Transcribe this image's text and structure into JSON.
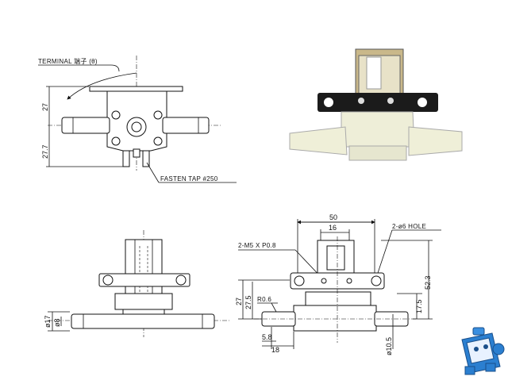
{
  "top_view": {
    "terminal_label": "TERMINAL 端子 (θ)",
    "fasten_tap_label": "FASTEN TAP #250",
    "dim_upper": "27",
    "dim_lower": "27.7"
  },
  "side_view": {
    "dim_tube_od": "ø17",
    "dim_tube_id": "ø8"
  },
  "front_view": {
    "dim_width": "50",
    "dim_coil": "16",
    "hole_label": "2-ø6 HOLE",
    "screw_label": "2-M5 X P0.8",
    "dim_total_height": "52.3",
    "dim_27": "27",
    "dim_27_5": "27.5",
    "dim_17_5": "17.5",
    "radius_label": "R0.6",
    "dim_5_8": "5.8",
    "dim_18": "18",
    "dim_10_5": "ø10.5"
  },
  "logo": {
    "name": "document-robot-logo"
  }
}
